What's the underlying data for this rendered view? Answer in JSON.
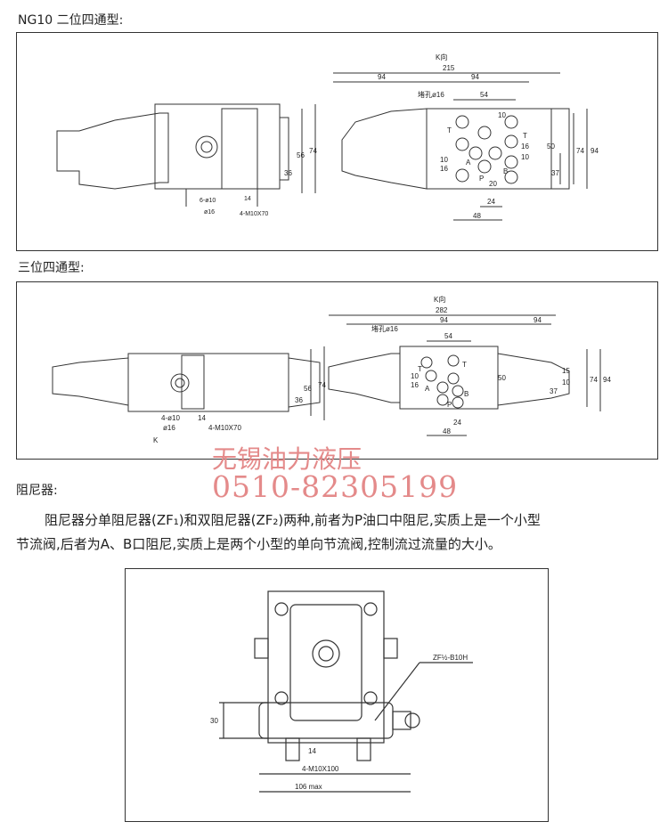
{
  "section1": {
    "title": "NG10  二位四通型:",
    "left_labels": {
      "hole": "6-ø10",
      "dia": "ø16",
      "thread": "4-M10X70",
      "d14": "14",
      "d36": "36",
      "d56": "56",
      "d74": "74"
    },
    "right_labels": {
      "k": "K向",
      "d215": "215",
      "d94a": "94",
      "d94b": "94",
      "d54": "54",
      "hole": "堵孔ø16",
      "d10": "10",
      "d16a": "16",
      "d10b": "10",
      "d16b": "16",
      "d10c": "10",
      "d50": "50",
      "d37": "37",
      "d74": "74",
      "d94c": "94",
      "d20": "20",
      "d24": "24",
      "d48": "48",
      "T": "T",
      "A": "A",
      "B": "B",
      "P": "P"
    }
  },
  "section2": {
    "title": "三位四通型:",
    "left_labels": {
      "hole": "4-ø10",
      "dia": "ø16",
      "thread": "4-M10X70",
      "d14": "14",
      "d36": "36",
      "d56": "56",
      "d74": "74",
      "k": "K"
    },
    "right_labels": {
      "k": "K向",
      "d282": "282",
      "d94a": "94",
      "d94b": "94",
      "d54": "54",
      "hole": "堵孔ø16",
      "d50": "50",
      "d37": "37",
      "d74": "74",
      "d94c": "94",
      "d10": "10",
      "d15": "15",
      "d24": "24",
      "d48": "48",
      "T": "T",
      "A": "A",
      "B": "B",
      "P": "P",
      "d16": "16",
      "d10b": "10"
    }
  },
  "watermark": {
    "company": "无锡油力液压",
    "phone": "0510-82305199"
  },
  "section3": {
    "title": "阻尼器:",
    "paragraph_line1": "阻尼器分单阻尼器(ZF₁)和双阻尼器(ZF₂)两种,前者为P油口中阻尼,实质上是一个小型",
    "paragraph_line2": "节流阀,后者为A、B口阻尼,实质上是两个小型的单向节流阀,控制流过流量的大小。",
    "labels": {
      "model": "ZF½-B10H",
      "d30": "30",
      "d14": "14",
      "thread": "4-M10X100",
      "d106": "106 max"
    }
  }
}
